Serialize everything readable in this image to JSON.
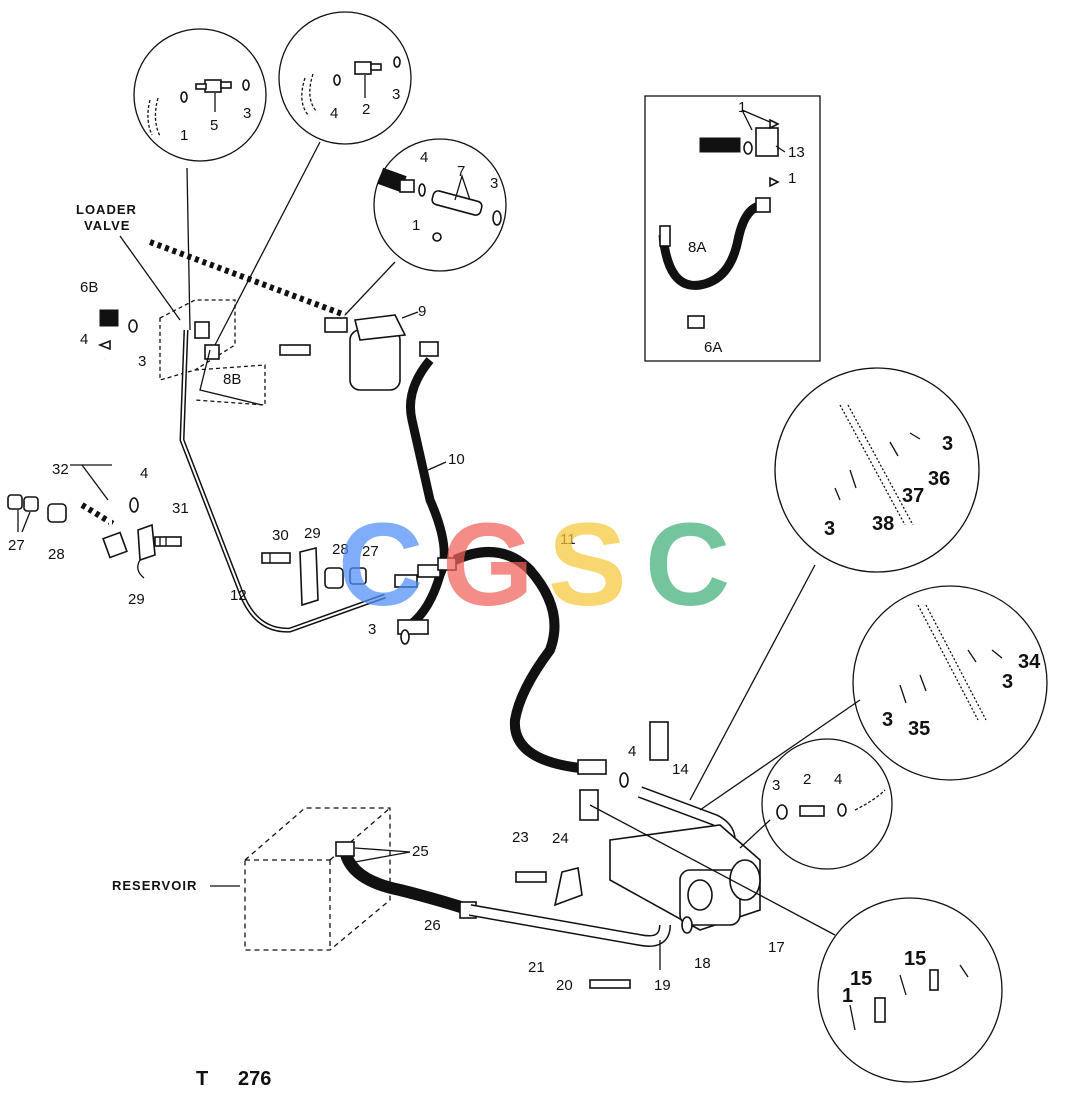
{
  "labels": {
    "loader_valve_1": "LOADER",
    "loader_valve_2": "VALVE",
    "reservoir": "RESERVOIR",
    "figure_id_1": "T",
    "figure_id_2": "276"
  },
  "circle_a": [
    "1",
    "5",
    "3"
  ],
  "circle_b": [
    "4",
    "2",
    "3"
  ],
  "circle_c": [
    "4",
    "7",
    "3",
    "1"
  ],
  "inset": [
    "1",
    "13",
    "1",
    "8A",
    "6A"
  ],
  "circle_right_top": [
    "3",
    "36",
    "37",
    "3",
    "38"
  ],
  "circle_right_mid": [
    "34",
    "3",
    "3",
    "35"
  ],
  "circle_right_small": [
    "3",
    "2",
    "4"
  ],
  "circle_right_bottom": [
    "1",
    "15",
    "15"
  ],
  "parts": {
    "p6B": "6B",
    "p4a": "4",
    "p3a": "3",
    "p8B": "8B",
    "p9": "9",
    "p10": "10",
    "p11": "11",
    "p12": "12",
    "p32": "32",
    "p4b": "4",
    "p27a": "27",
    "p28a": "28",
    "p31": "31",
    "p29a": "29",
    "p30": "30",
    "p29b": "29",
    "p28b": "28",
    "p27b": "27",
    "p3b": "3",
    "p4c": "4",
    "p14": "14",
    "p25": "25",
    "p26": "26",
    "p23": "23",
    "p24": "24",
    "p21": "21",
    "p20": "20",
    "p19": "19",
    "p18": "18",
    "p17": "17"
  },
  "watermark": {
    "letters": [
      "C",
      "G",
      "S",
      "C"
    ],
    "colors": [
      "#4f8ef7",
      "#f0625a",
      "#f8c93a",
      "#3fae7a"
    ]
  }
}
